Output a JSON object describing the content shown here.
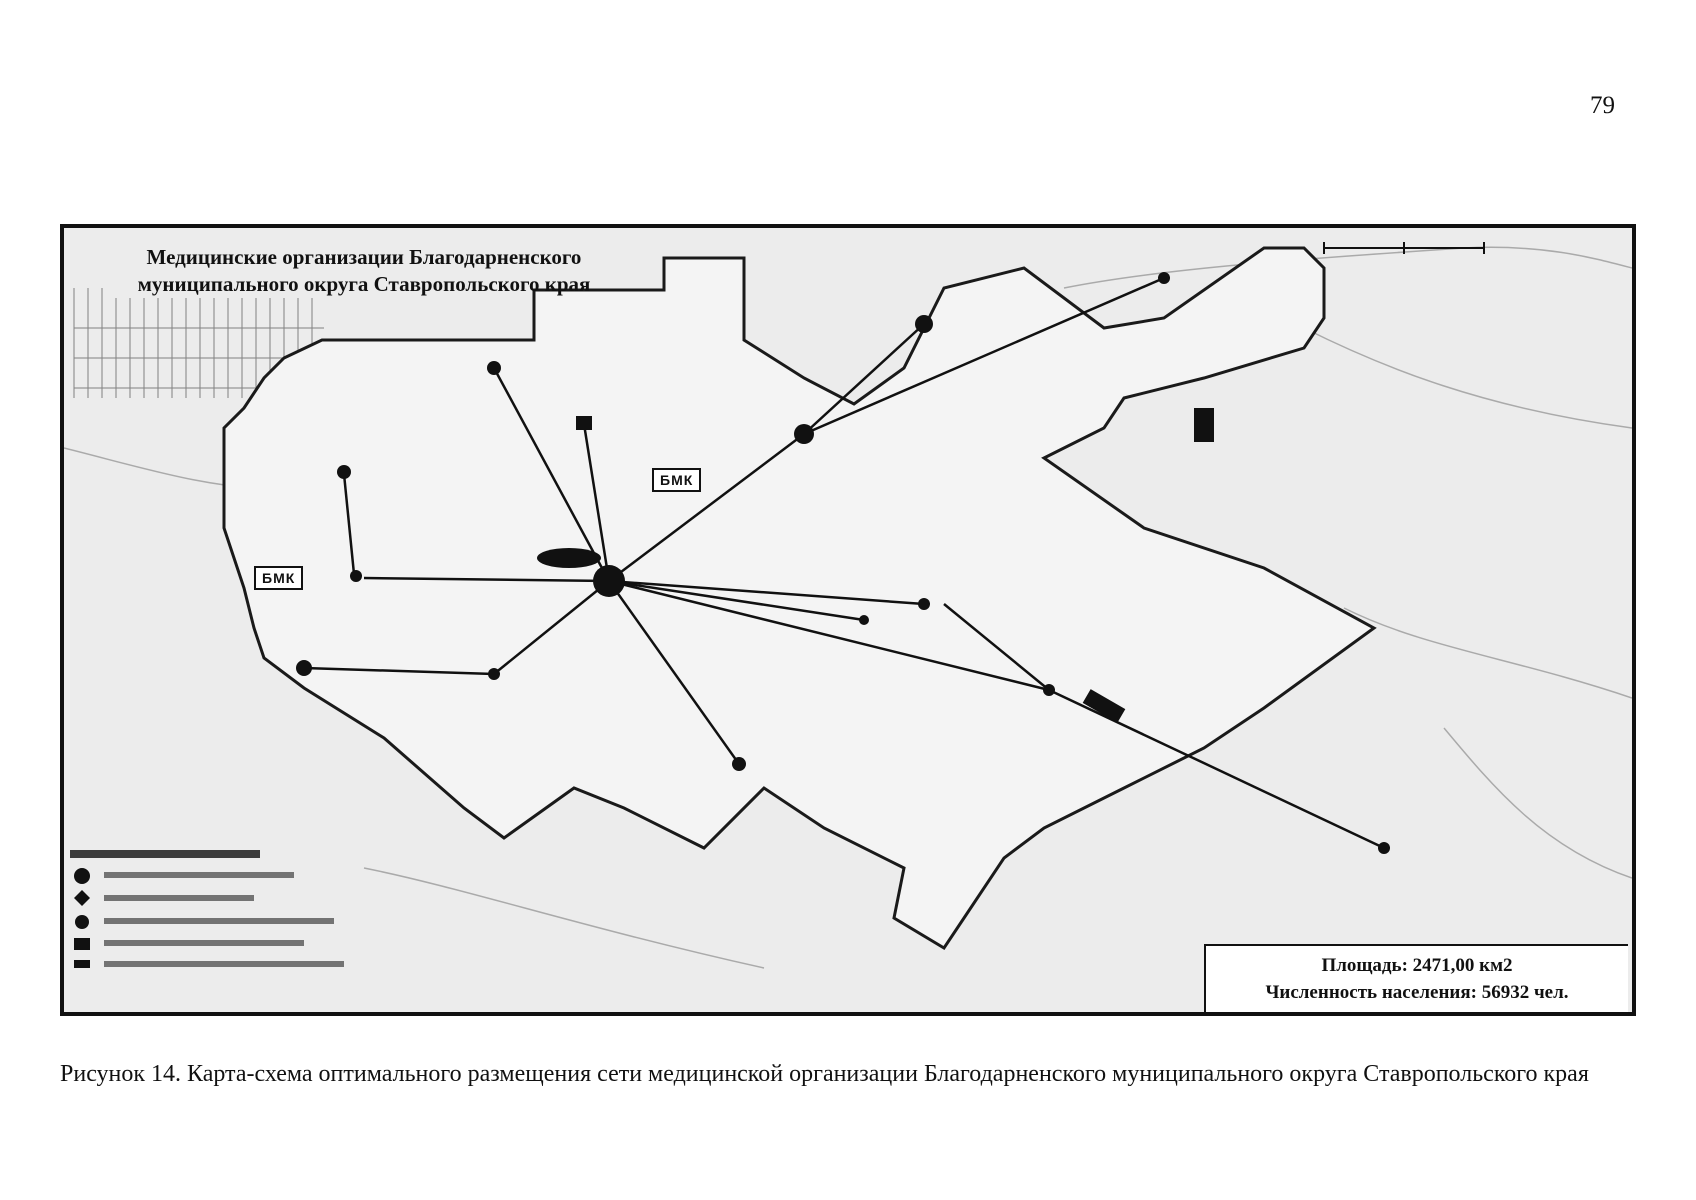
{
  "page": {
    "number": "79"
  },
  "map": {
    "title": "Медицинские организации Благодарненского муниципального округа Ставропольского края",
    "bmk_labels": [
      "БМК",
      "БМК"
    ],
    "stats": {
      "area": "Площадь: 2471,00 км2",
      "population": "Численность населения: 56932 чел."
    },
    "colors": {
      "boundary": "#1a1a1a",
      "background": "#ececec",
      "road": "#7a7a7a"
    }
  },
  "caption": "Рисунок 14. Карта-схема оптимального размещения сети медицинской организации Благодарненского муниципального округа Ставропольского края"
}
